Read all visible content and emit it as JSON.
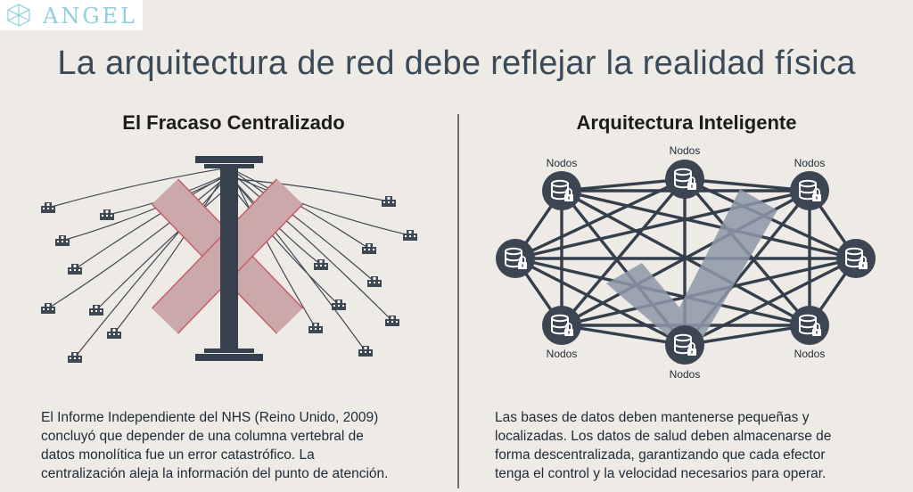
{
  "logo": {
    "text": "ANGEL",
    "icon": "network-sphere-icon"
  },
  "title": "La arquitectura de red debe reflejar la realidad física",
  "left": {
    "heading": "El Fracaso Centralizado",
    "body_lines": [
      "El Informe Independiente del NHS (Reino Unido, 2009)",
      "concluyó que depender de una columna vertebral de",
      "datos monolítica fue un error catastrófico. La",
      "centralización aleja la información del punto de atención."
    ],
    "icons": {
      "hub": "central-pillar-icon",
      "building": "hospital-building-icon",
      "cross": "red-x-icon"
    }
  },
  "right": {
    "heading": "Arquitectura Inteligente",
    "node_label": "Nodos",
    "body_lines": [
      "Las bases de datos deben mantenerse pequeñas y",
      "localizadas. Los datos de salud deben almacenarse de",
      "forma descentralizada, garantizando que cada efector",
      "tenga el control y la velocidad necesarios para operar."
    ],
    "icons": {
      "node": "database-lock-icon",
      "check": "checkmark-icon"
    }
  },
  "colors": {
    "cross_fill": "#c9a3a6",
    "cross_stroke": "#c75a5f",
    "check_fill": "#8d98a8",
    "node_fill": "#3c4552",
    "pillar": "#37414d"
  }
}
